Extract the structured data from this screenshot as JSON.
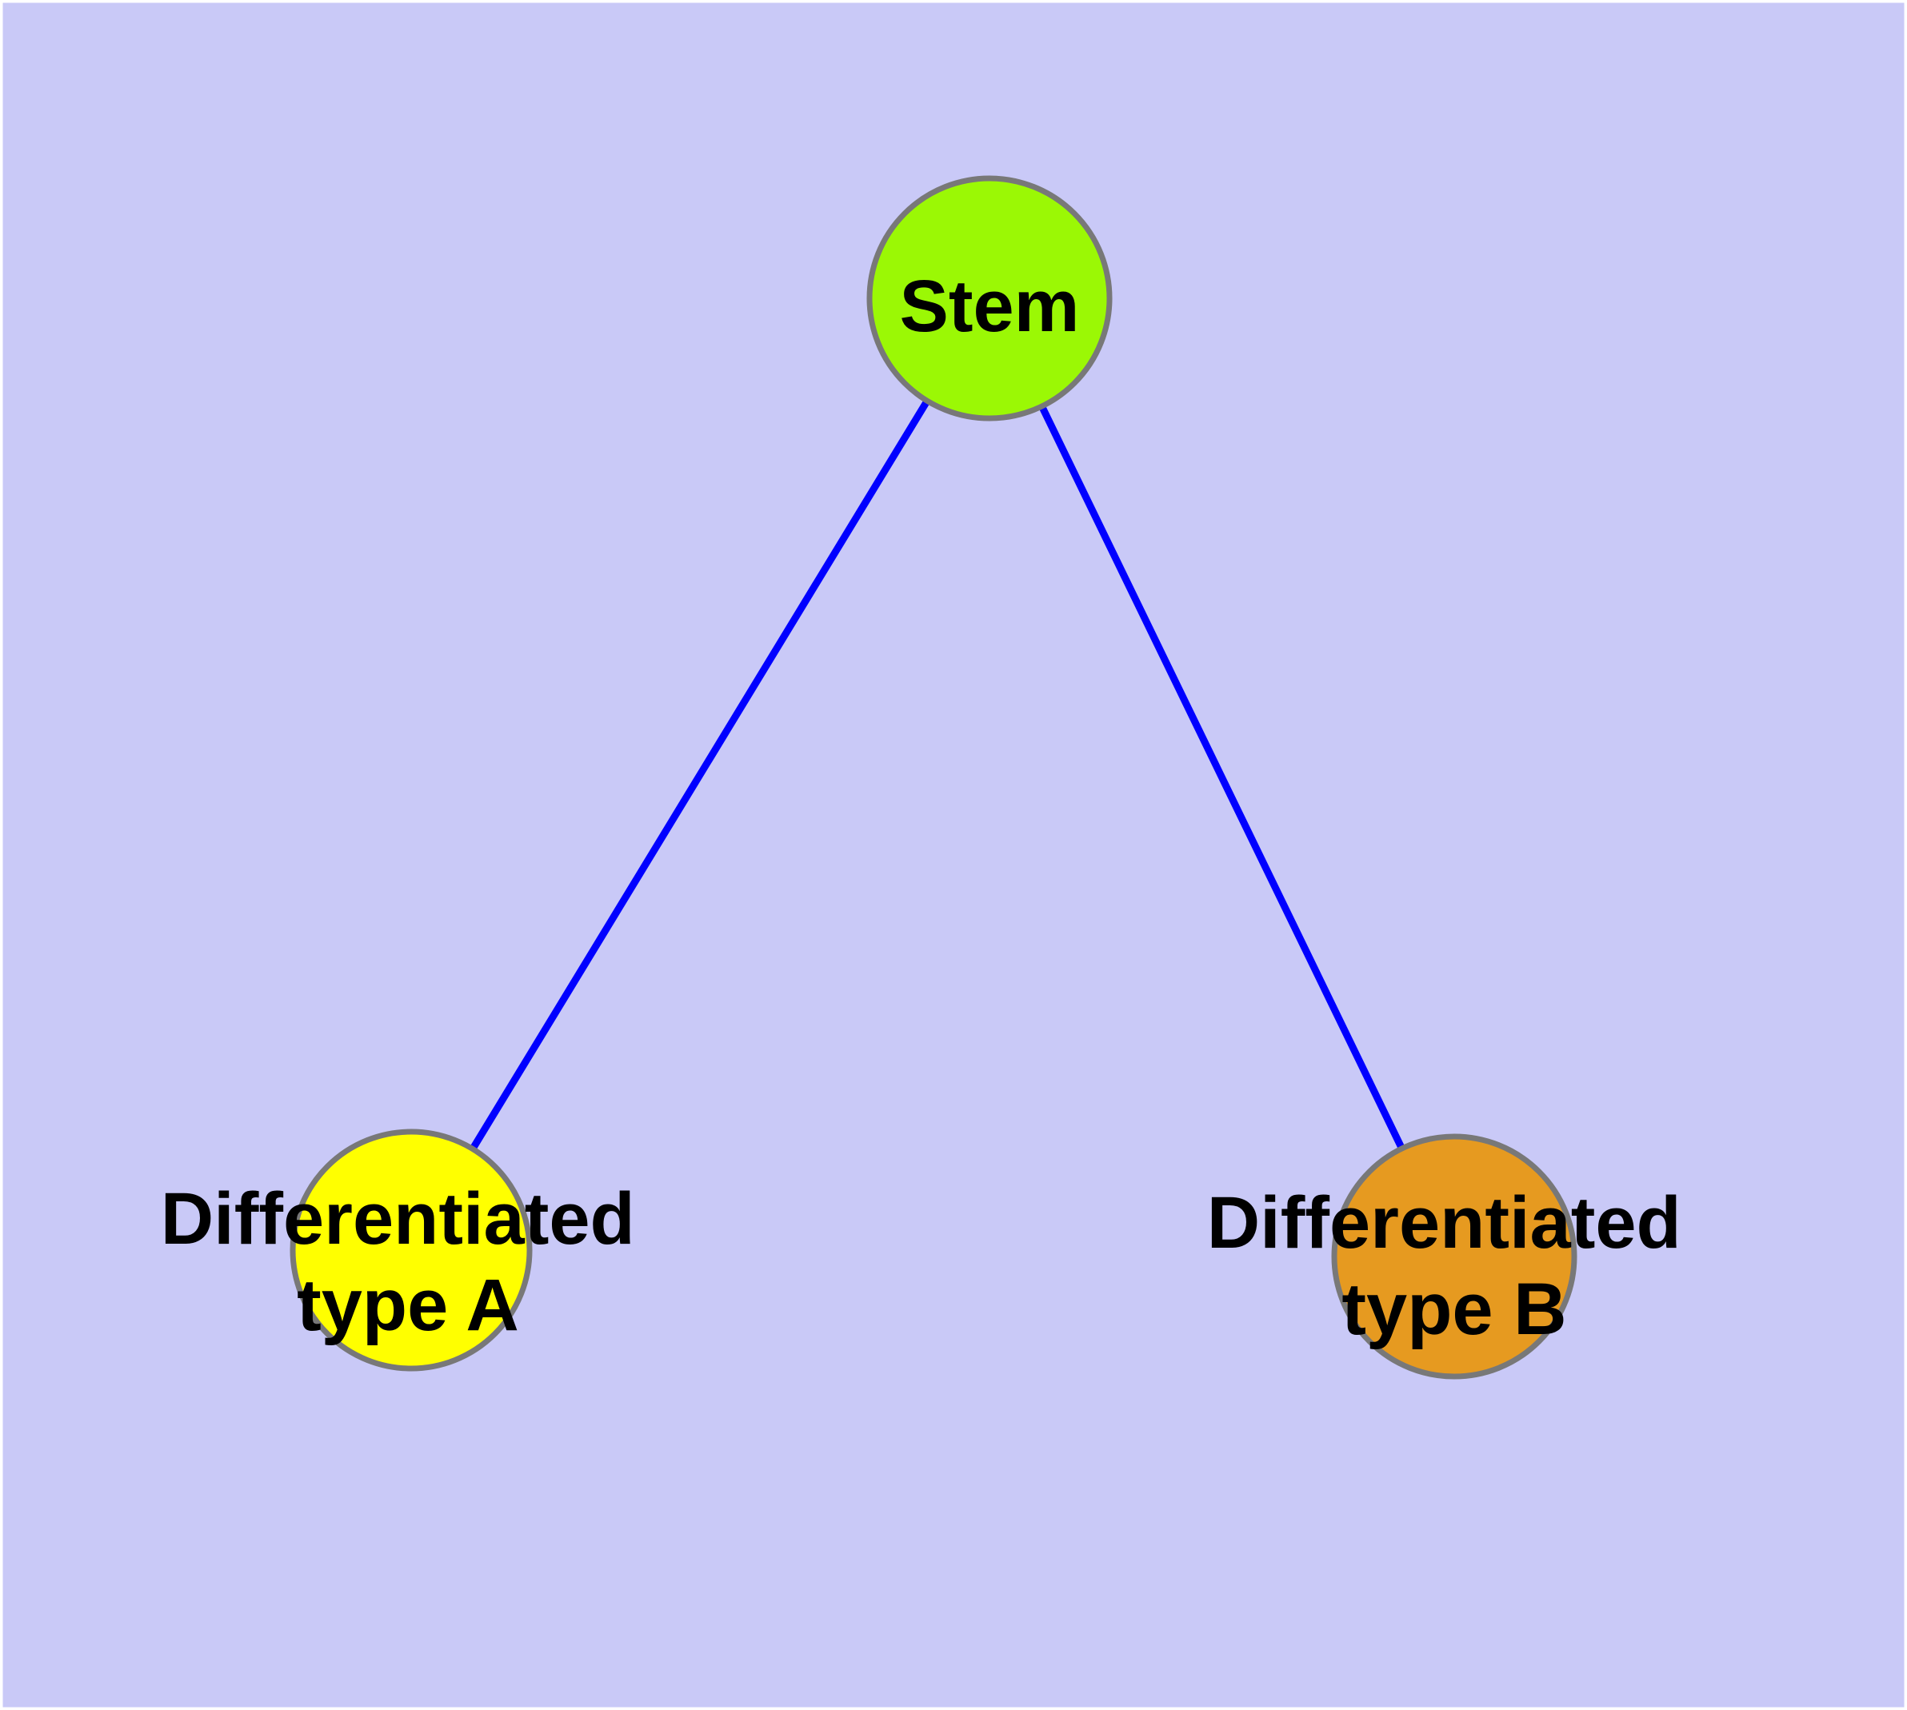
{
  "canvas": {
    "background_color": "#C9C9F7",
    "frame_color": "#FFFFFF"
  },
  "graph": {
    "type": "node-link-diagram",
    "description": "Stem cell differentiation hierarchy: one stem node linked to two differentiated cell type nodes",
    "text_color": "#000000",
    "nodes": [
      {
        "id": "stem",
        "label": "Stem",
        "fill_color": "#9BF805",
        "border_color": "#787878"
      },
      {
        "id": "differentiated-type-a",
        "label_line1": "Differentiated",
        "label_line2": "type A",
        "fill_color": "#FFFF00",
        "border_color": "#787878"
      },
      {
        "id": "differentiated-type-b",
        "label_line1": "Differentiated",
        "label_line2": "type B",
        "fill_color": "#E69A20",
        "border_color": "#787878"
      }
    ],
    "edges": [
      {
        "from": "stem",
        "to": "differentiated-type-a",
        "color": "#0000FF"
      },
      {
        "from": "stem",
        "to": "differentiated-type-b",
        "color": "#0000FF"
      }
    ]
  }
}
